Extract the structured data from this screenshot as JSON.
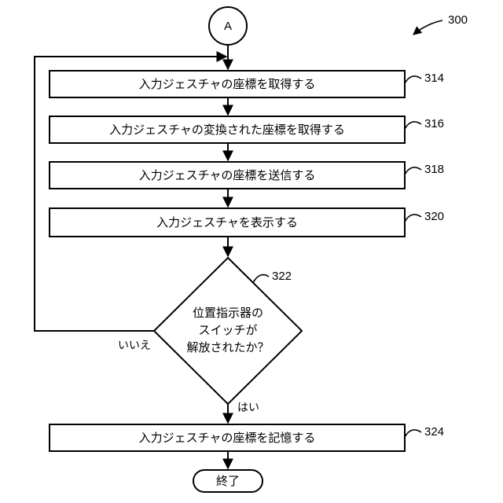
{
  "figure_number": "300",
  "connector": {
    "label": "A"
  },
  "steps": [
    {
      "ref": "314",
      "label": "入力ジェスチャの座標を取得する"
    },
    {
      "ref": "316",
      "label": "入力ジェスチャの変換された座標を取得する"
    },
    {
      "ref": "318",
      "label": "入力ジェスチャの座標を送信する"
    },
    {
      "ref": "320",
      "label": "入力ジェスチャを表示する"
    }
  ],
  "decision": {
    "ref": "322",
    "lines": [
      "位置指示器の",
      "スイッチが",
      "解放されたか？"
    ],
    "no_label": "いいえ",
    "yes_label": "はい"
  },
  "final_step": {
    "ref": "324",
    "label": "入力ジェスチャの座標を記憶する"
  },
  "end": {
    "label": "終了"
  }
}
